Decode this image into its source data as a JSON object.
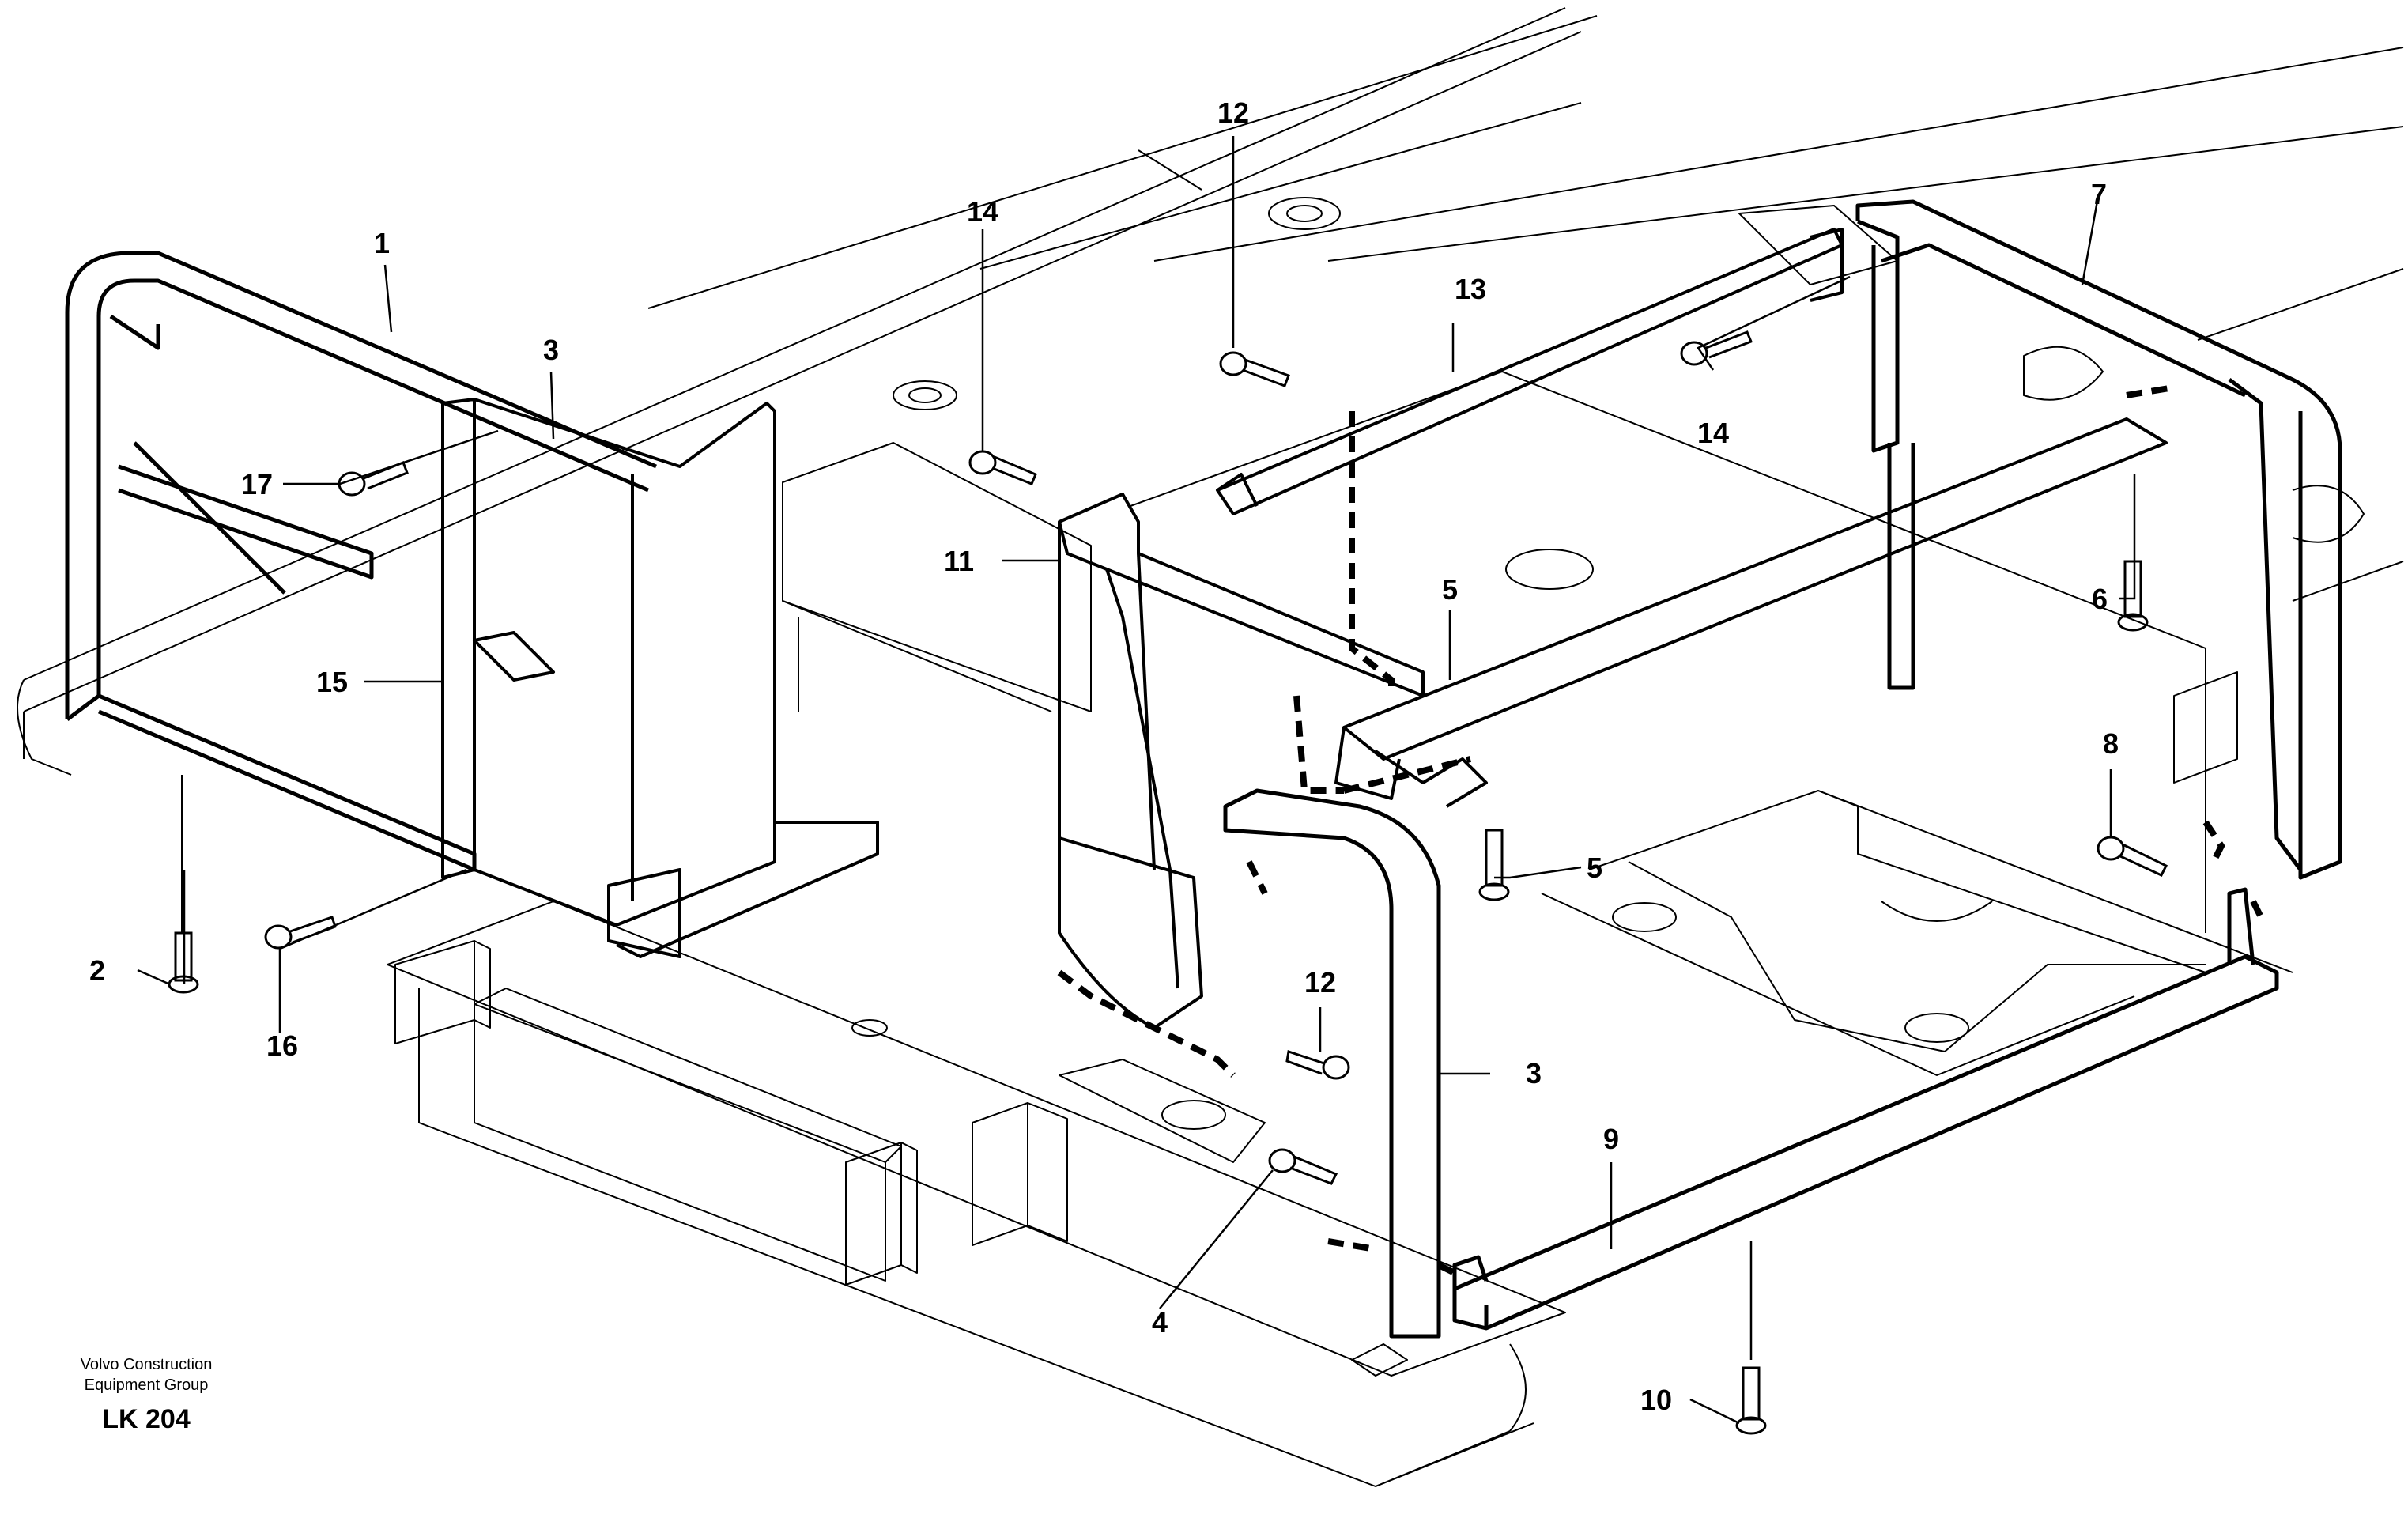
{
  "callouts": {
    "c1": "1",
    "c2": "2",
    "c3a": "3",
    "c3b": "3",
    "c4": "4",
    "c5a": "5",
    "c5b": "5",
    "c6": "6",
    "c7": "7",
    "c8": "8",
    "c9": "9",
    "c10": "10",
    "c11": "11",
    "c12a": "12",
    "c12b": "12",
    "c13": "13",
    "c14a": "14",
    "c14b": "14",
    "c15": "15",
    "c16": "16",
    "c17": "17"
  },
  "footer": {
    "company_line1": "Volvo Construction",
    "company_line2": "Equipment Group",
    "drawing_code": "LK 204"
  }
}
